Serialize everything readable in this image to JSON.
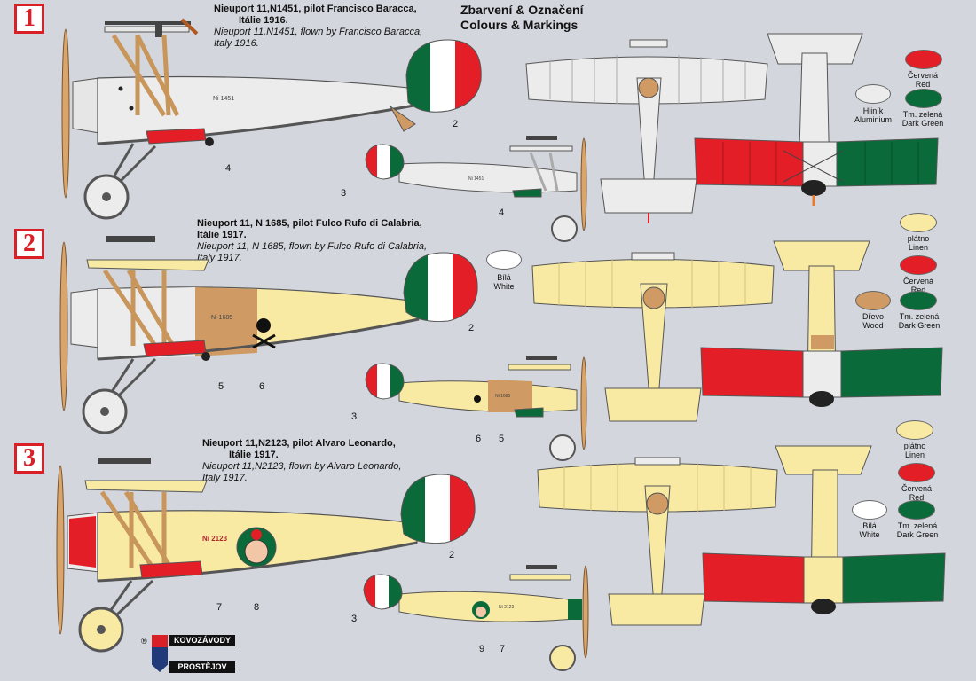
{
  "header": {
    "title_cz": "Zbarvení & Označení",
    "title_en": "Colours & Markings"
  },
  "schemes": [
    {
      "badge": "1",
      "line1": "Nieuport 11,N1451, pilot Francisco Baracca,",
      "line2": "Itálie 1916.",
      "line3": "Nieuport 11,N1451, flown by Francisco Baracca,",
      "line4": "Italy 1916.",
      "serial": "Ni 1451",
      "serial_small": "Ni 1451"
    },
    {
      "badge": "2",
      "line1": "Nieuport 11, N 1685, pilot Fulco Rufo di Calabria,",
      "line2": "Itálie 1917.",
      "line3": "Nieuport 11, N 1685, flown by Fulco Rufo di Calabria,",
      "line4": "Italy 1917.",
      "serial": "Ni 1685",
      "serial_small": "Ni 1685"
    },
    {
      "badge": "3",
      "line1": "Nieuport 11,N2123, pilot Alvaro Leonardo,",
      "line2": "Itálie 1917.",
      "line3": "Nieuport 11,N2123, flown by Alvaro Leonardo,",
      "line4": "Italy 1917.",
      "serial": "Ni 2123",
      "serial_small": "Ni 2123"
    }
  ],
  "swatches": {
    "red": {
      "cz": "Červená",
      "en": "Red",
      "color": "#e31e26"
    },
    "green": {
      "cz": "Tm. zelená",
      "en": "Dark Green",
      "color": "#0a6a3a"
    },
    "aluminium": {
      "cz": "Hliník",
      "en": "Aluminium",
      "color": "#ececec"
    },
    "white": {
      "cz": "Bílá",
      "en": "White",
      "color": "#ffffff"
    },
    "linen": {
      "cz": "plátno",
      "en": "Linen",
      "color": "#f8e9a3"
    },
    "wood": {
      "cz": "Dřevo",
      "en": "Wood",
      "color": "#cf9a63"
    }
  },
  "callouts": {
    "s1": [
      "2",
      "4",
      "3",
      "4"
    ],
    "s2": [
      "2",
      "5",
      "6",
      "3",
      "6",
      "5"
    ],
    "s3": [
      "2",
      "7",
      "8",
      "3",
      "9",
      "7"
    ]
  },
  "logo": {
    "top": "KOVOZÁVODY",
    "bottom": "PROSTĚJOV",
    "mark": "®"
  }
}
